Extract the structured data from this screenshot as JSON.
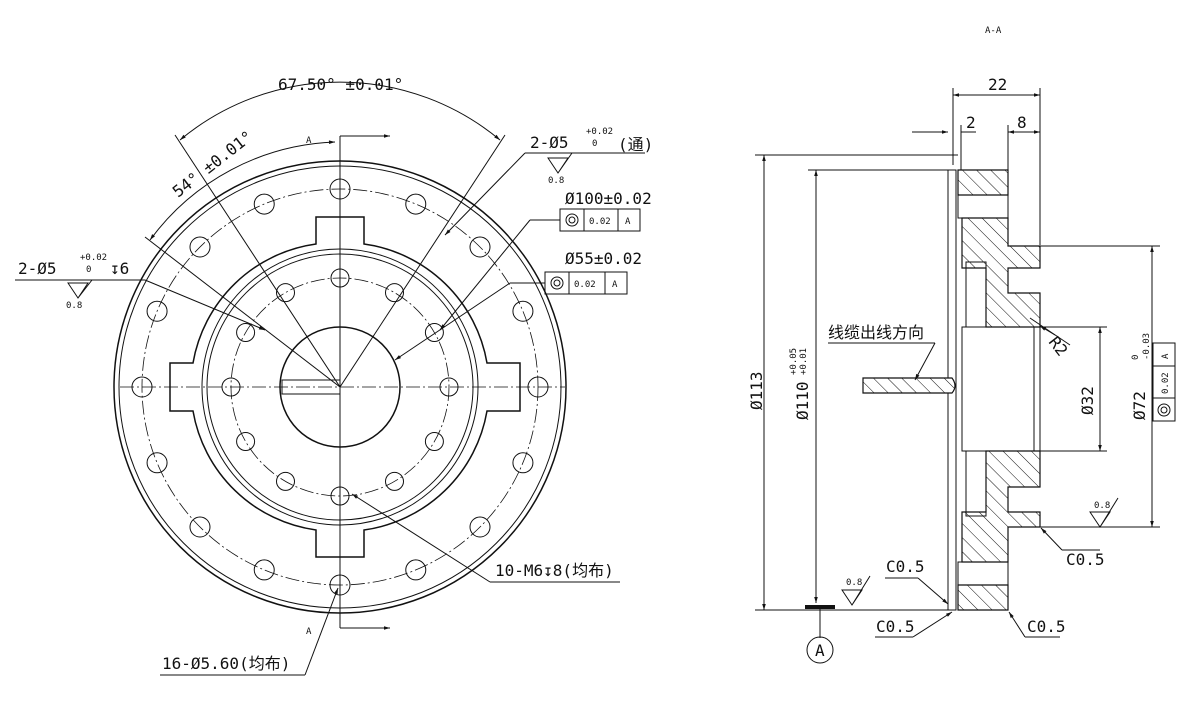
{
  "section_label": "A-A",
  "front_view": {
    "angle_outer": "67.50°  ±0.01°",
    "angle_inner": "54°  ±0.01°",
    "section_mark_top": "A",
    "section_mark_bottom": "A",
    "hole_through": {
      "text": "2-Ø5",
      "tol_upper": "+0.02",
      "tol_lower": "0",
      "suffix": "(通)",
      "roughness": "0.8"
    },
    "hole_blind": {
      "text": "2-Ø5",
      "tol_upper": "+0.02",
      "tol_lower": "0",
      "suffix": "↧6",
      "roughness": "0.8"
    },
    "dia_100": {
      "text": "Ø100±0.02",
      "fcf_value": "0.02",
      "fcf_datum": "A"
    },
    "dia_55": {
      "text": "Ø55±0.02",
      "fcf_value": "0.02",
      "fcf_datum": "A"
    },
    "thread_holes": "10-M6↧8(均布)",
    "bolt_holes": "16-Ø5.60(均布)"
  },
  "section_view": {
    "dim_22": "22",
    "dim_2": "2",
    "dim_8": "8",
    "dia_113": "Ø113",
    "dia_110": {
      "text": "Ø110",
      "tol_upper": "+0.05",
      "tol_lower": "+0.01"
    },
    "cable_note": "线缆出线方向",
    "radius": "R2",
    "dia_32": "Ø32",
    "dia_72": {
      "text": "Ø72",
      "tol_upper": "0",
      "tol_lower": "-0.03",
      "fcf_value": "0.02",
      "fcf_datum": "A"
    },
    "roughness_right": "0.8",
    "roughness_bottom": "0.8",
    "chamfers": [
      "C0.5",
      "C0.5",
      "C0.5",
      "C0.5"
    ],
    "datum": "A"
  }
}
